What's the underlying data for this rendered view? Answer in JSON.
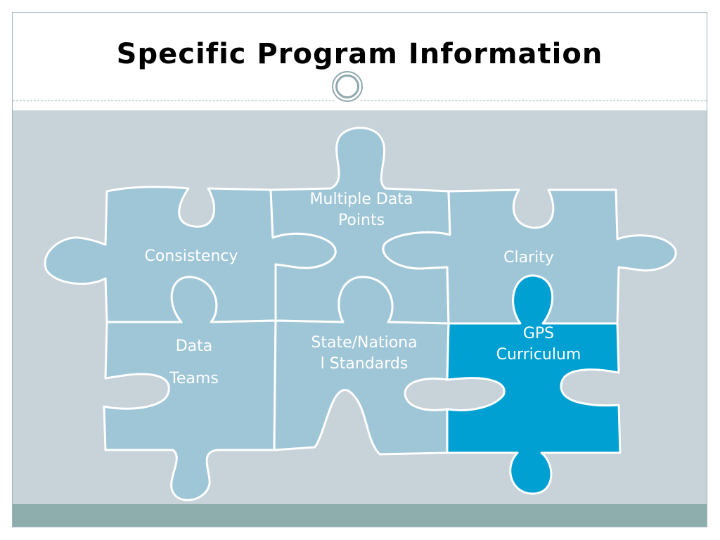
{
  "slide": {
    "title": "Specific Program Information"
  },
  "colors": {
    "piece_light": "#9fc6d6",
    "piece_highlight": "#00a0d3",
    "piece_border": "#ffffff",
    "panel": "#c7d2d9",
    "footer": "#8eaeae"
  },
  "pieces": [
    {
      "id": "consistency",
      "label": "Consistency"
    },
    {
      "id": "multiple-data-points",
      "label_line1": "Multiple Data",
      "label_line2": "Points"
    },
    {
      "id": "clarity",
      "label": "Clarity"
    },
    {
      "id": "data-teams",
      "label_line1": "Data",
      "label_line2": "Teams"
    },
    {
      "id": "state-national-standards",
      "label_line1": "State/Nationa",
      "label_line2": "l Standards"
    },
    {
      "id": "gps-curriculum",
      "label_line1": "GPS",
      "label_line2": "Curriculum",
      "highlighted": true
    }
  ]
}
